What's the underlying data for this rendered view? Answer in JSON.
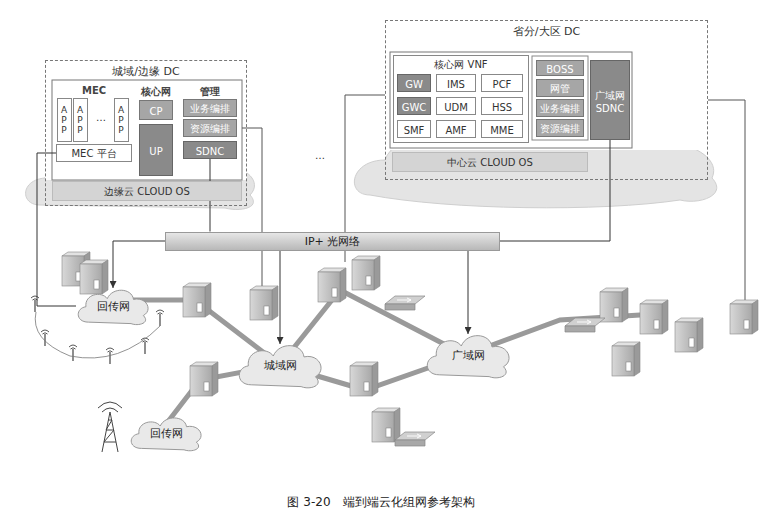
{
  "diagram": {
    "caption": "图 3-20　端到端云化组网参考架构",
    "nodes": [
      {
        "text": [
          "城域/边缘 DC"
        ]
      },
      {
        "text": [
          "MEC"
        ],
        "in": 0
      },
      {
        "text": [
          "APP"
        ],
        "in": 1
      },
      {
        "text": [
          "APP"
        ],
        "in": 1
      },
      {
        "text": [
          "APP"
        ],
        "in": 1
      },
      {
        "text": [
          "MEC 平台"
        ],
        "in": 1
      },
      {
        "text": [
          "核心网"
        ],
        "in": 0
      },
      {
        "text": [
          "CP"
        ],
        "in": 6
      },
      {
        "text": [
          "UP"
        ],
        "in": 6
      },
      {
        "text": [
          "管理"
        ],
        "in": 0
      },
      {
        "text": [
          "业务编排"
        ],
        "in": 9
      },
      {
        "text": [
          "资源编排"
        ],
        "in": 9
      },
      {
        "text": [
          "SDNC"
        ],
        "in": 9
      },
      {
        "text": [
          "边缘云 CLOUD OS"
        ],
        "in": 0
      },
      {
        "text": [
          "省分/大区 DC"
        ]
      },
      {
        "text": [
          "核心网 VNF"
        ],
        "in": 14
      },
      {
        "text": [
          "GW"
        ],
        "in": 15
      },
      {
        "text": [
          "IMS"
        ],
        "in": 15
      },
      {
        "text": [
          "PCF"
        ],
        "in": 15
      },
      {
        "text": [
          "GWC"
        ],
        "in": 15
      },
      {
        "text": [
          "UDM"
        ],
        "in": 15
      },
      {
        "text": [
          "HSS"
        ],
        "in": 15
      },
      {
        "text": [
          "SMF"
        ],
        "in": 15
      },
      {
        "text": [
          "AMF"
        ],
        "in": 15
      },
      {
        "text": [
          "MME"
        ],
        "in": 15
      },
      {
        "text": [
          "BOSS"
        ],
        "in": 14
      },
      {
        "text": [
          "网管"
        ],
        "in": 14
      },
      {
        "text": [
          "业务编排"
        ],
        "in": 14
      },
      {
        "text": [
          "资源编排"
        ],
        "in": 14
      },
      {
        "text": [
          "广域网 SDNC"
        ],
        "in": 14
      },
      {
        "text": [
          "中心云 CLOUD OS"
        ],
        "in": 14
      },
      {
        "text": [
          "IP+ 光网络"
        ]
      },
      {
        "text": [
          "回传网"
        ]
      },
      {
        "text": [
          "城域网"
        ]
      },
      {
        "text": [
          "广域网"
        ]
      },
      {
        "text": [
          "回传网"
        ]
      }
    ],
    "edges": [
      {
        "from": 5,
        "to": 32,
        "arrow": "none"
      },
      {
        "from": 12,
        "to": 31,
        "arrow": "none"
      },
      {
        "from": 29,
        "to": 31,
        "arrow": "none"
      },
      {
        "from": 31,
        "to": 32,
        "arrow": "to"
      },
      {
        "from": 31,
        "to": 33,
        "arrow": "to"
      },
      {
        "from": 31,
        "to": 34,
        "arrow": "to"
      }
    ],
    "labels": [
      "…",
      "…"
    ]
  }
}
